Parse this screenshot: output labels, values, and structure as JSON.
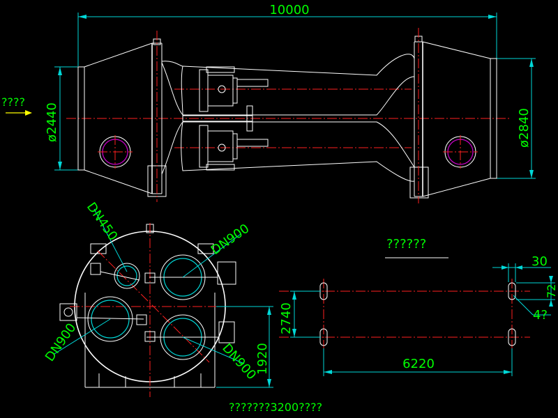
{
  "canvas": {
    "background": "#000000"
  },
  "colors": {
    "outline": "#ffffff",
    "centerline": "#ff2020",
    "dimension_line": "#00d8d8",
    "dimension_text": "#00ff00",
    "flow_arrow": "#ffff00",
    "hole_mark": "#d000d0"
  },
  "top_view": {
    "overall_length": "10000",
    "left_diameter": "ø2440",
    "right_diameter": "ø2840",
    "flow_label": "????"
  },
  "end_view": {
    "nozzle_top": "DN450",
    "nozzle_upper_right": "DN900",
    "nozzle_left": "DN900",
    "nozzle_lower_right": "DN900",
    "height": "1920",
    "caption": "???????3200????"
  },
  "foundation_plan": {
    "title": "??????",
    "span": "6220",
    "spacing": "2740",
    "slot_offset": "30",
    "slot_height": "72",
    "slot_count": "4?"
  }
}
